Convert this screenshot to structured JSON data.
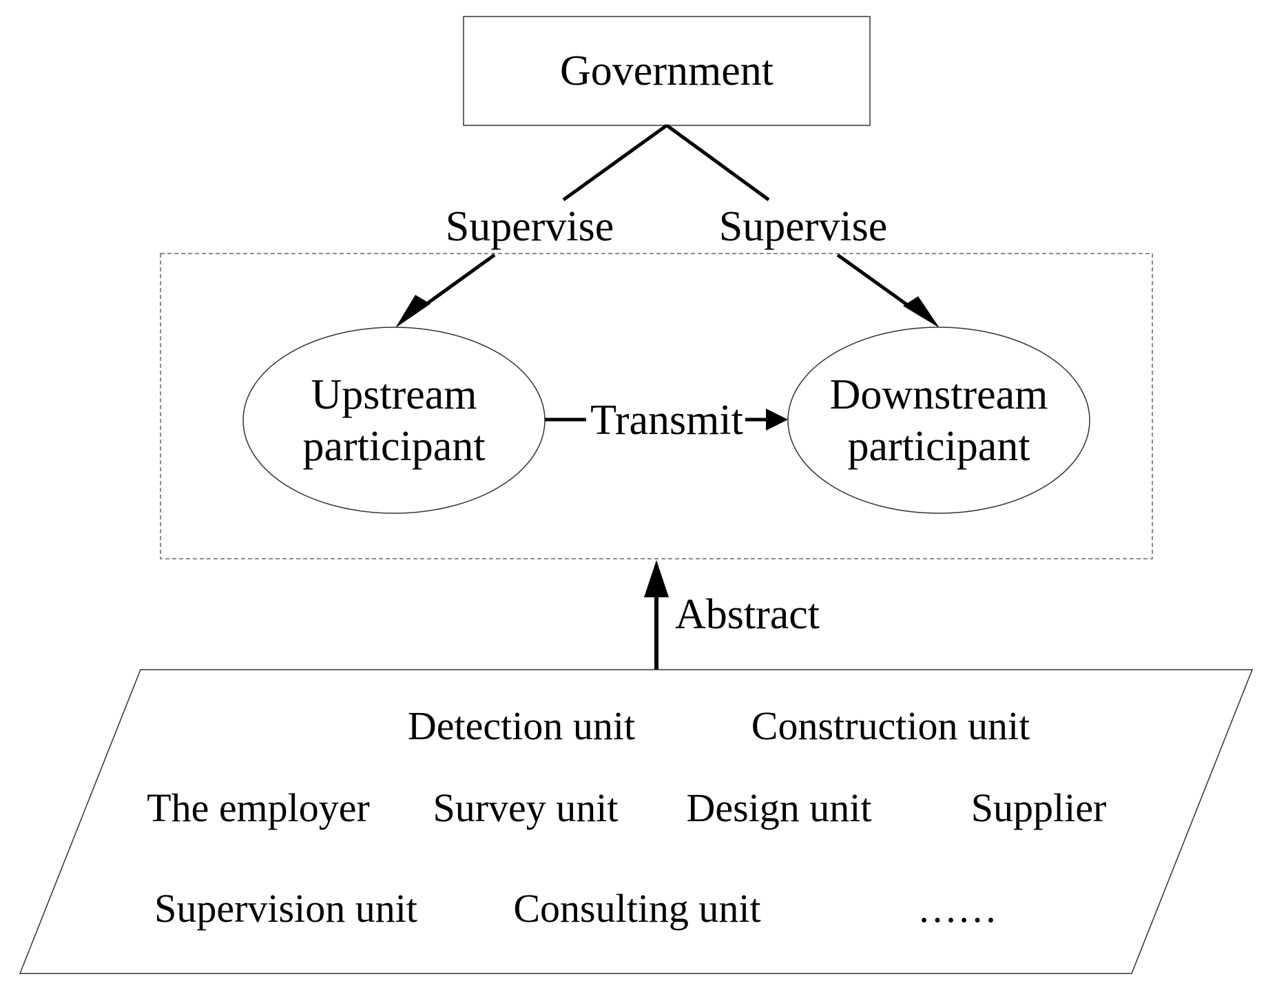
{
  "government": {
    "label": "Government"
  },
  "edges": {
    "supervise_left": "Supervise",
    "supervise_right": "Supervise",
    "transmit": "Transmit",
    "abstract": "Abstract"
  },
  "participants": {
    "upstream": {
      "line1": "Upstream",
      "line2": "participant"
    },
    "downstream": {
      "line1": "Downstream",
      "line2": "participant"
    }
  },
  "units": {
    "row1": [
      "Detection unit",
      "Construction unit"
    ],
    "row2": [
      "The employer",
      "Survey unit",
      "Design unit",
      "Supplier"
    ],
    "row3": [
      "Supervision unit",
      "Consulting unit",
      "……"
    ]
  },
  "colors": {
    "stroke": "#000000",
    "dashed_border": "#666666",
    "background": "#ffffff"
  }
}
